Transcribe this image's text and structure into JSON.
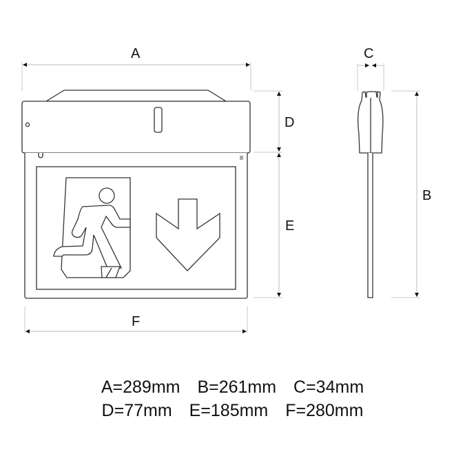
{
  "drawing": {
    "title": "Exit sign luminaire dimensional drawing",
    "stroke_color": "#333333",
    "dim_line_color": "#bbbbbb",
    "front_view": {
      "pictogram": "running-man-exit-icon",
      "arrow": "arrow-down-icon"
    },
    "side_view": {}
  },
  "labels": {
    "A": "A",
    "B": "B",
    "C": "C",
    "D": "D",
    "E": "E",
    "F": "F"
  },
  "specs": {
    "row1": [
      "A=289mm",
      "B=261mm",
      "C=34mm"
    ],
    "row2": [
      "D=77mm",
      "E=185mm",
      "F=280mm"
    ]
  }
}
